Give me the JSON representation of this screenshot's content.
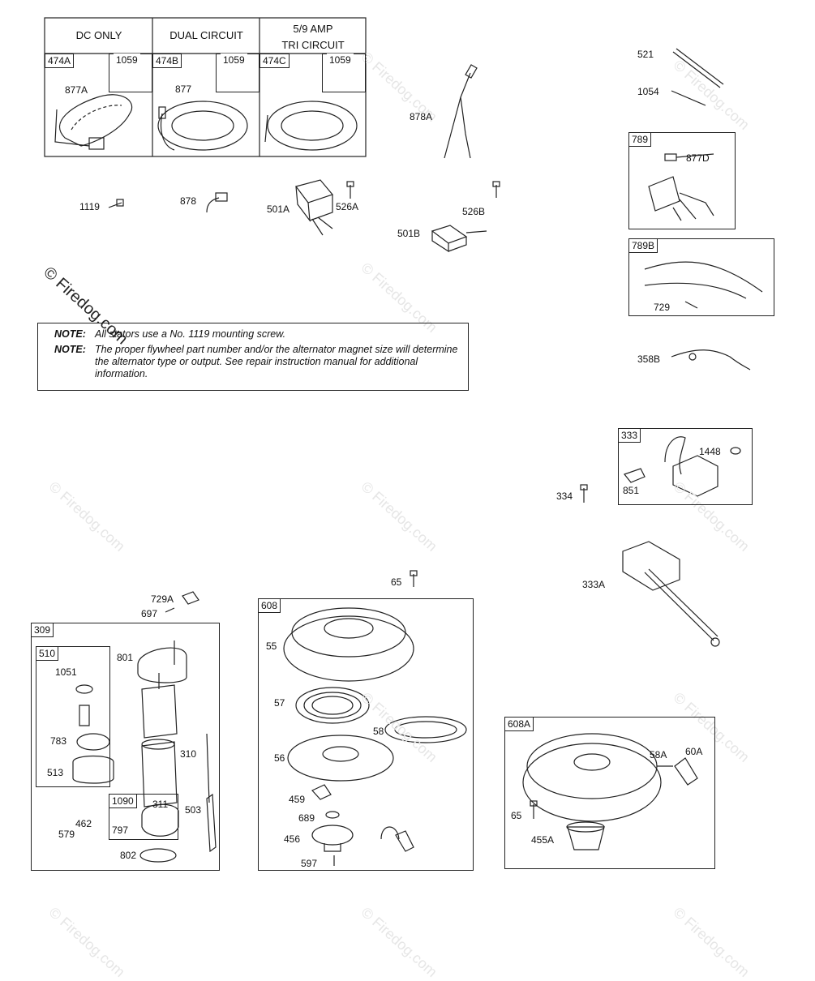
{
  "watermark": "© Firedog.com",
  "stator_headers": {
    "dc_only": "DC ONLY",
    "dual_circuit": "DUAL CIRCUIT",
    "tri_circuit_line1": "5/9 AMP",
    "tri_circuit_line2": "TRI CIRCUIT"
  },
  "note": {
    "key": "NOTE:",
    "line1": "All stators use a No. 1119 mounting screw.",
    "line2": "The proper flywheel part number and/or the alternator magnet size will determine the alternator type or output. See repair instruction manual for additional information."
  },
  "parts": {
    "p474A": "474A",
    "p1059a": "1059",
    "p877A": "877A",
    "p474B": "474B",
    "p1059b": "1059",
    "p877": "877",
    "p474C": "474C",
    "p1059c": "1059",
    "p878A": "878A",
    "p1119": "1119",
    "p878": "878",
    "p501A": "501A",
    "p526A": "526A",
    "p526B": "526B",
    "p501B": "501B",
    "p521": "521",
    "p1054": "1054",
    "p789": "789",
    "p877D": "877D",
    "p789B": "789B",
    "p729": "729",
    "p358B": "358B",
    "p333": "333",
    "p1448": "1448",
    "p851": "851",
    "p334": "334",
    "p333A": "333A",
    "p729A": "729A",
    "p697": "697",
    "p65a": "65",
    "p309": "309",
    "p510": "510",
    "p801": "801",
    "p1051": "1051",
    "p783": "783",
    "p513": "513",
    "p310": "310",
    "p1090": "1090",
    "p311": "311",
    "p503": "503",
    "p462": "462",
    "p579": "579",
    "p797": "797",
    "p802": "802",
    "p608": "608",
    "p55": "55",
    "p57": "57",
    "p58": "58",
    "p56": "56",
    "p459": "459",
    "p689": "689",
    "p456": "456",
    "p597": "597",
    "p608A": "608A",
    "p58A": "58A",
    "p60A": "60A",
    "p65b": "65",
    "p455A": "455A"
  }
}
